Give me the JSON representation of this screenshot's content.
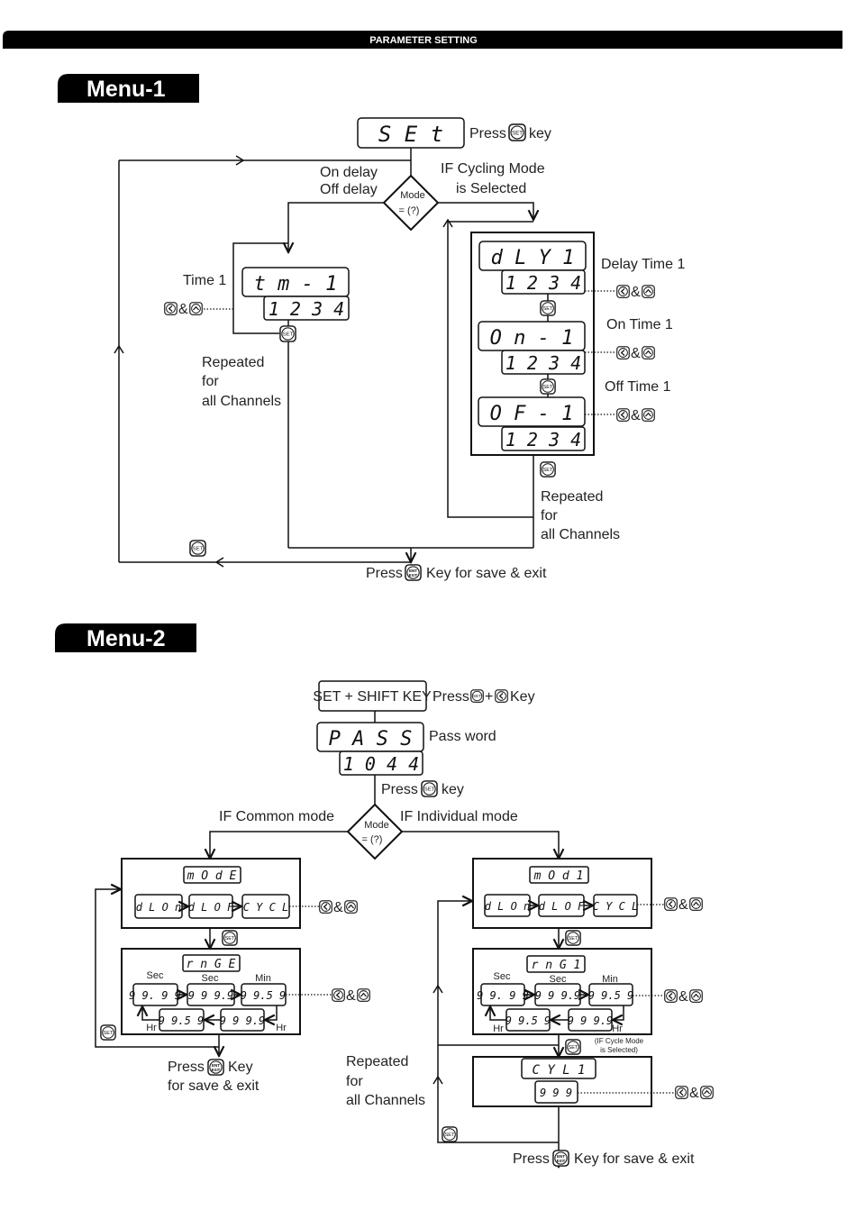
{
  "header": {
    "title": "PARAMETER SETTING"
  },
  "icons": {
    "set_key": "SET",
    "ent_key_top": "ENT",
    "ent_key_bottom": "EXIT",
    "left_key": "left-arrow-key",
    "up_key": "up-arrow-key",
    "amp": "&"
  },
  "menu1": {
    "title": "Menu-1",
    "set_display": "S E t",
    "press": "Press",
    "key": "key",
    "mode_diamond": {
      "line1": "Mode",
      "line2": "= (?)"
    },
    "on_delay": "On delay",
    "off_delay": "Off delay",
    "cycling1": "IF Cycling Mode",
    "cycling2": "is Selected",
    "time1_label": "Time 1",
    "tm_display": "t m - 1",
    "tm_value": "1 2 3 4",
    "repeated": [
      "Repeated",
      "for",
      "all Channels"
    ],
    "dly_display": "d L Y 1",
    "dly_value": "1 2 3 4",
    "dly_label": "Delay Time 1",
    "on_display": "O n - 1",
    "on_value": "1 2 3 4",
    "on_label": "On Time 1",
    "of_display": "O F - 1",
    "of_value": "1 2 3 4",
    "of_label": "Off Time 1",
    "exit_press": "Press",
    "exit_text": "Key for save & exit"
  },
  "menu2": {
    "title": "Menu-2",
    "set_shift": "SET + SHIFT KEY",
    "press_combo": "Press",
    "plus": "+",
    "combo_key": "Key",
    "pass_display": "P A S S",
    "pass_value": "1 0 4 4",
    "pass_label": "Pass word",
    "press": "Press",
    "key": "key",
    "mode_diamond": {
      "line1": "Mode",
      "line2": "= (?)"
    },
    "common": "IF Common mode",
    "individual": "IF Individual mode",
    "common_side": {
      "mode_display": "m O d E",
      "options": [
        "d L O n",
        "d L O F",
        "C Y C L"
      ],
      "range_display": "r n G E",
      "range_labels": [
        "Sec",
        "Sec",
        "Min",
        "Hr",
        "Hr"
      ],
      "range_values": [
        "9 9. 9 9",
        "9 9 9.9",
        "9 9.5 9",
        "9 9.5 9",
        "9 9 9.9"
      ],
      "exit_press": "Press",
      "exit_key": "Key",
      "exit_text": "for save & exit"
    },
    "individual_side": {
      "mode_display": "m O d 1",
      "options": [
        "d L O n",
        "d L O F",
        "C Y C L"
      ],
      "range_display": "r n G 1",
      "range_labels": [
        "Sec",
        "Sec",
        "Min",
        "Hr",
        "Hr"
      ],
      "range_values": [
        "9 9. 9 9",
        "9 9 9.9",
        "9 9.5 9",
        "9 9.5 9",
        "9 9 9.9"
      ],
      "cycle_note1": "(IF Cycle Mode",
      "cycle_note2": "is Selected)",
      "cycle_display": "C Y L 1",
      "cycle_value": "9 9 9",
      "exit_press": "Press",
      "exit_text": "Key for save & exit"
    },
    "repeated": [
      "Repeated",
      "for",
      "all Channels"
    ]
  }
}
